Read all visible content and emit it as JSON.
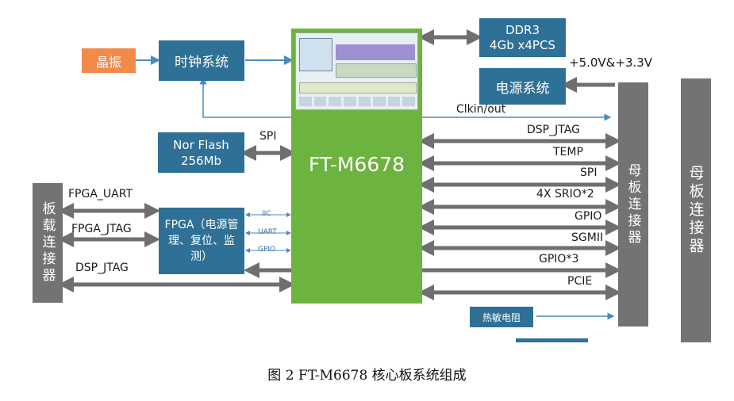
{
  "blocks": {
    "crystal": "晶振",
    "clock": "时钟系统",
    "ddr3_line1": "DDR3",
    "ddr3_line2": "4Gb x4PCS",
    "power": "电源系统",
    "nor_line1": "Nor Flash",
    "nor_line2": "256Mb",
    "fpga": "FPGA（电源管理、复位、监测）",
    "cpu": "FT-M6678",
    "thermistor": "热敏电阻",
    "board_connector": "板载连接器",
    "mother_connector_inner": "母板连接器",
    "mother_connector_outer": "母板连接器"
  },
  "labels": {
    "voltage": "+5.0V&+3.3V",
    "clkin": "Clkin/out",
    "spi_top": "SPI",
    "dsp_jtag_right": "DSP_JTAG",
    "temp": "TEMP",
    "spi_right": "SPI",
    "srio": "4X SRIO*2",
    "gpio_right": "GPIO",
    "sgmii": "SGMII",
    "gpio3": "GPIO*3",
    "pcie": "PCIE",
    "fpga_uart": "FPGA_UART",
    "fpga_jtag": "FPGA_JTAG",
    "dsp_jtag_left": "DSP_JTAG",
    "iic": "IIC",
    "uart": "UART",
    "gpio_small": "GPIO"
  },
  "caption": "图 2 FT-M6678 核心板系统组成",
  "colors": {
    "block_blue": "#2e7096",
    "crystal_orange": "#f28a4a",
    "connector_gray": "#737373",
    "cpu_green": "#6cb33f",
    "arrow_gray": "#6f6f6f",
    "clock_arrow_blue": "#4a8ac4"
  }
}
